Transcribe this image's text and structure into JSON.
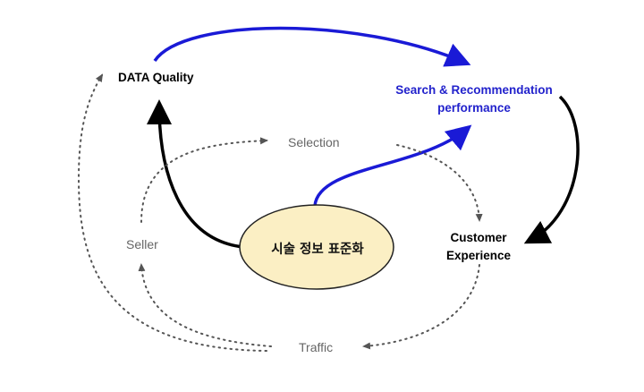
{
  "nodes": {
    "data_quality": "DATA Quality",
    "search_line1": "Search & Recommendation",
    "search_line2": "performance",
    "customer_line1": "Customer",
    "customer_line2": "Experience",
    "selection": "Selection",
    "seller": "Seller",
    "traffic": "Traffic",
    "center": "시술 정보 표준화"
  },
  "colors": {
    "blue_arrow": "#1a1ad6",
    "black_arrow": "#000000",
    "dotted_arrow": "#555555",
    "ellipse_fill": "#fbefc4",
    "ellipse_stroke": "#222222",
    "highlight_text": "#2222cc"
  }
}
